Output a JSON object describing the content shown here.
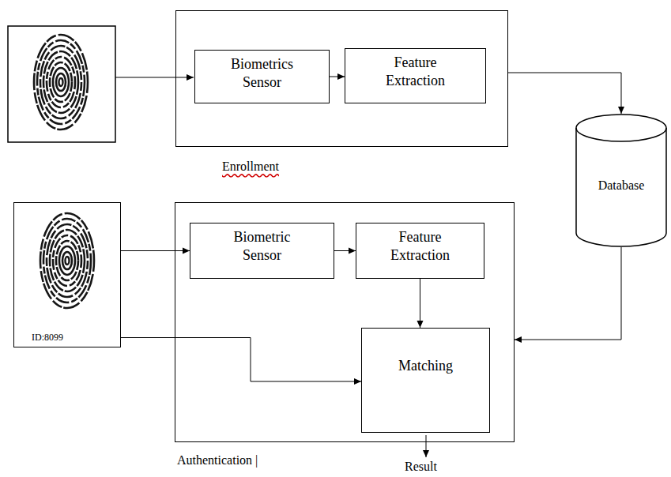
{
  "diagram": {
    "nodes": [
      {
        "text": [
          "Enrollment"
        ]
      },
      {
        "text": [
          "Biometrics Sensor"
        ],
        "in": 0
      },
      {
        "text": [
          "Feature Extraction"
        ],
        "in": 0
      },
      {
        "text": [
          "Database"
        ]
      },
      {
        "text": [
          "Authentication |"
        ]
      },
      {
        "text": [
          "Biometric Sensor"
        ],
        "in": 4
      },
      {
        "text": [
          "Feature Extraction"
        ],
        "in": 4
      },
      {
        "text": [
          "Matching"
        ],
        "in": 4
      },
      {
        "text": [
          "ID:8099"
        ]
      }
    ],
    "edges": [
      {
        "from": 1,
        "to": 2,
        "arrow": "to"
      },
      {
        "from": 0,
        "to": 3,
        "arrow": "to"
      },
      {
        "from": 8,
        "to": 5,
        "arrow": "to"
      },
      {
        "from": 5,
        "to": 6,
        "arrow": "to"
      },
      {
        "from": 6,
        "to": 7,
        "arrow": "to"
      },
      {
        "from": 8,
        "to": 7,
        "arrow": "to"
      },
      {
        "from": 3,
        "to": 4,
        "arrow": "to"
      }
    ],
    "labels": [
      "Result"
    ]
  }
}
